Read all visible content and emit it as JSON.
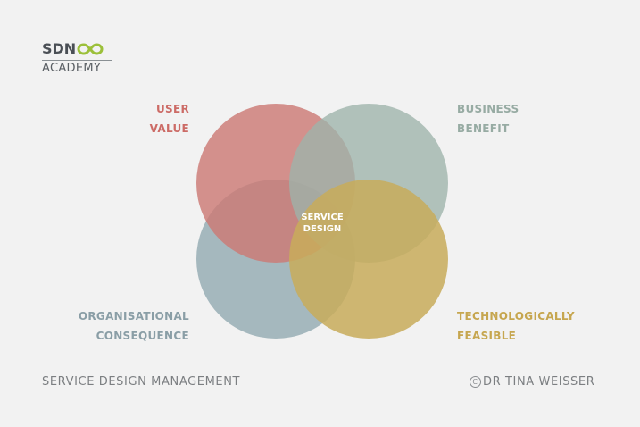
{
  "logo": {
    "brand": "SDN",
    "sub": "ACADEMY",
    "mark_icon": "infinity-icon",
    "brand_color": "#4a4f55",
    "mark_color": "#9cc03a"
  },
  "diagram": {
    "center_line1": "SERVICE",
    "center_line2": "DESIGN",
    "user_value": {
      "line1": "USER",
      "line2": "VALUE",
      "color": "#cc6b66"
    },
    "business_benefit": {
      "line1": "BUSINESS",
      "line2": "BENEFIT",
      "color": "#97aba3"
    },
    "organisational_consequence": {
      "line1": "ORGANISATIONAL",
      "line2": "CONSEQUENCE",
      "color": "#8a9ea6"
    },
    "technologically_feasible": {
      "line1": "TECHNOLOGICALLY",
      "line2": "FEASIBLE",
      "color": "#c6a64f"
    }
  },
  "footer": {
    "left": "SERVICE DESIGN MANAGEMENT",
    "right": "DR TINA WEISSER",
    "copyright_icon": "copyright-icon"
  }
}
